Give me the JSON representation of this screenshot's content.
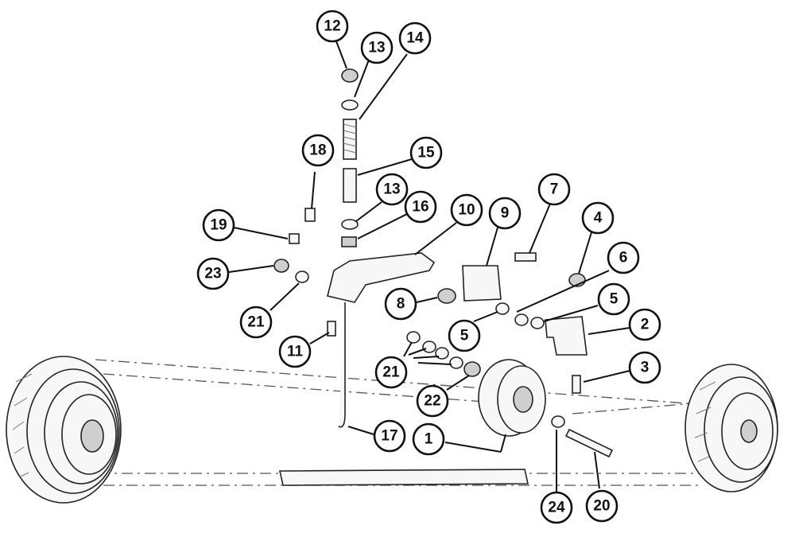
{
  "callouts": [
    {
      "id": "c12",
      "label": "12"
    },
    {
      "id": "c13a",
      "label": "13"
    },
    {
      "id": "c14",
      "label": "14"
    },
    {
      "id": "c15",
      "label": "15"
    },
    {
      "id": "c18",
      "label": "18"
    },
    {
      "id": "c13b",
      "label": "13"
    },
    {
      "id": "c16",
      "label": "16"
    },
    {
      "id": "c10",
      "label": "10"
    },
    {
      "id": "c9",
      "label": "9"
    },
    {
      "id": "c7",
      "label": "7"
    },
    {
      "id": "c4",
      "label": "4"
    },
    {
      "id": "c6",
      "label": "6"
    },
    {
      "id": "c19",
      "label": "19"
    },
    {
      "id": "c23",
      "label": "23"
    },
    {
      "id": "c21a",
      "label": "21"
    },
    {
      "id": "c8",
      "label": "8"
    },
    {
      "id": "c5a",
      "label": "5"
    },
    {
      "id": "c5b",
      "label": "5"
    },
    {
      "id": "c2",
      "label": "2"
    },
    {
      "id": "c11",
      "label": "11"
    },
    {
      "id": "c21b",
      "label": "21"
    },
    {
      "id": "c3",
      "label": "3"
    },
    {
      "id": "c22",
      "label": "22"
    },
    {
      "id": "c17",
      "label": "17"
    },
    {
      "id": "c1",
      "label": "1"
    },
    {
      "id": "c24",
      "label": "24"
    },
    {
      "id": "c20",
      "label": "20"
    }
  ]
}
